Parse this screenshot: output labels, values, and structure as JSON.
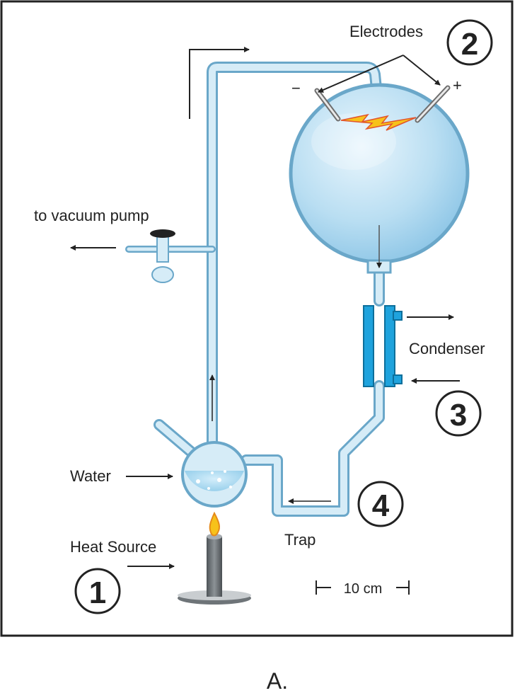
{
  "caption": "A.",
  "labels": {
    "electrodes": "Electrodes",
    "minus": "−",
    "plus": "+",
    "vacuum": "to vacuum pump",
    "condenser": "Condenser",
    "water": "Water",
    "heat": "Heat Source",
    "trap": "Trap",
    "scale": "10 cm"
  },
  "markers": [
    "1",
    "2",
    "3",
    "4"
  ],
  "colors": {
    "glass": "#d6ecf7",
    "glass_stroke": "#6aa7c9",
    "condenser": "#1fa3dd",
    "frame": "#222222",
    "spark": "#f7c21a"
  }
}
